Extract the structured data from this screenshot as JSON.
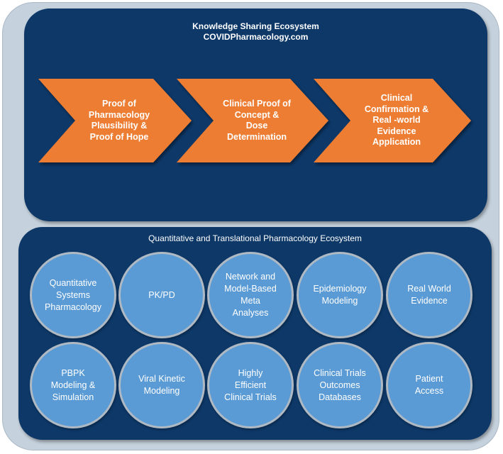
{
  "knowledge": {
    "title_line1": "Knowledge Sharing Ecosystem",
    "title_line2": "COVIDPharmacology.com"
  },
  "stages": [
    {
      "name": "stage-proof-of-pharmacology",
      "label": "Proof of\nPharmacology\nPlausibility &\nProof of Hope"
    },
    {
      "name": "stage-clinical-proof-of-concept",
      "label": "Clinical Proof of\nConcept &\nDose\nDetermination"
    },
    {
      "name": "stage-clinical-confirmation",
      "label": "Clinical\nConfirmation &\nReal -world\nEvidence\nApplication"
    }
  ],
  "quantitative": {
    "title": "Quantitative and Translational Pharmacology Ecosystem"
  },
  "circles": [
    {
      "name": "circle-quantitative-systems-pharmacology",
      "label": "Quantitative\nSystems\nPharmacology"
    },
    {
      "name": "circle-pk-pd",
      "label": "PK/PD"
    },
    {
      "name": "circle-network-meta-analyses",
      "label": "Network and\nModel-Based\nMeta\nAnalyses"
    },
    {
      "name": "circle-epidemiology-modeling",
      "label": "Epidemiology\nModeling"
    },
    {
      "name": "circle-real-world-evidence",
      "label": "Real World\nEvidence"
    },
    {
      "name": "circle-pbpk-modeling",
      "label": "PBPK\nModeling &\nSimulation"
    },
    {
      "name": "circle-viral-kinetic-modeling",
      "label": "Viral Kinetic\nModeling"
    },
    {
      "name": "circle-highly-efficient-clinical-trials",
      "label": "Highly\nEfficient\nClinical Trials"
    },
    {
      "name": "circle-clinical-trials-outcomes-databases",
      "label": "Clinical Trials\nOutcomes\nDatabases"
    },
    {
      "name": "circle-patient-access",
      "label": "Patient\nAccess"
    }
  ],
  "colors": {
    "outer_background": "#c5d1dc",
    "panel": "#0d3868",
    "chevron": "#ed7d31",
    "circle_fill": "#5b9bd5",
    "circle_border": "#aeb9c3"
  }
}
